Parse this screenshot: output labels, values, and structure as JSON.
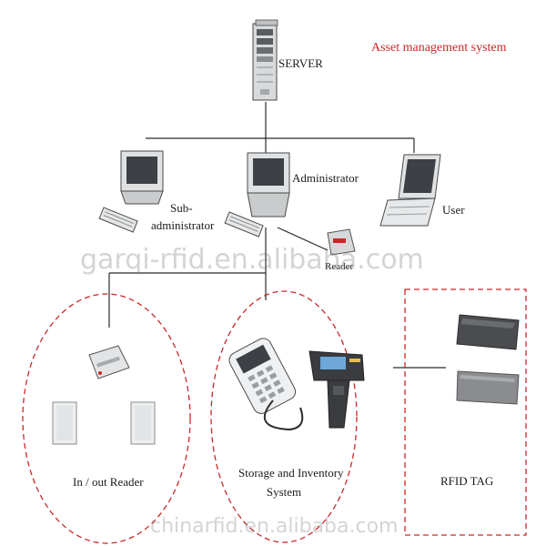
{
  "title": "Asset management system",
  "labels": {
    "server": "SERVER",
    "administrator": "Administrator",
    "sub_admin_line1": "Sub-",
    "sub_admin_line2": "administrator",
    "user": "User",
    "reader": "Reader",
    "in_out_reader": "In / out Reader",
    "storage_line1": "Storage and Inventory",
    "storage_line2": "System",
    "rfid_tag": "RFID TAG"
  },
  "watermarks": {
    "top": "garqi-rfid.en.alibaba.com",
    "bottom": "chinarfid.en.alibaba.com"
  },
  "colors": {
    "title": "#c8282a",
    "dashed_outline": "#c8282a",
    "line": "#2b2b2b",
    "text": "#1b1b1b"
  }
}
